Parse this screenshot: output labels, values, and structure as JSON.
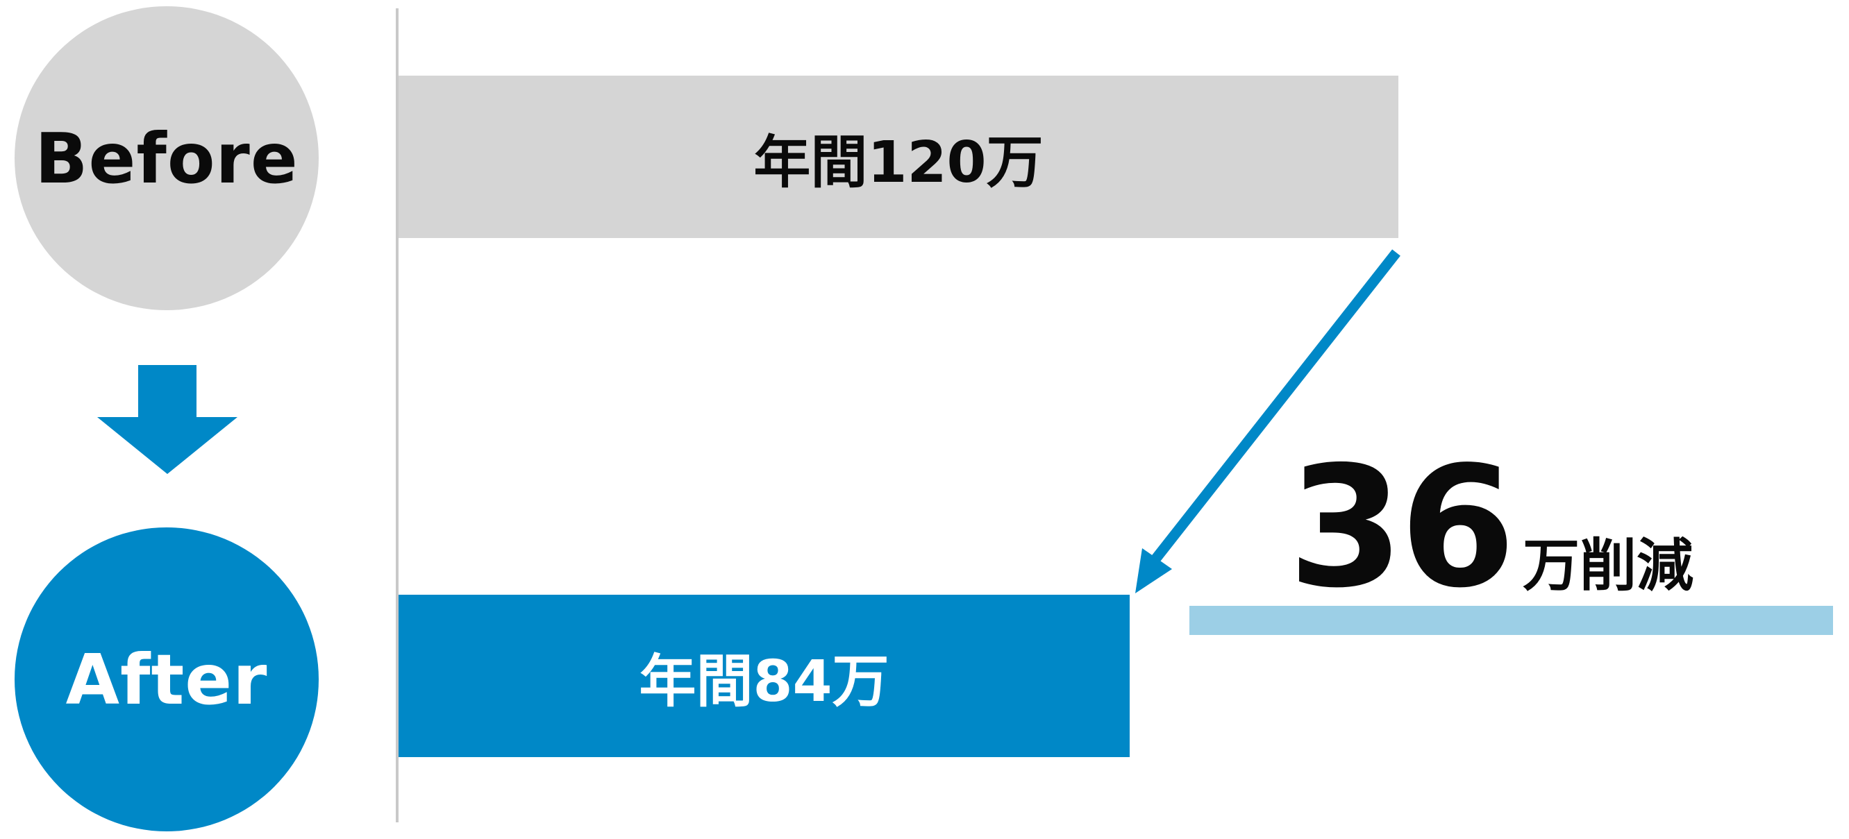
{
  "before": {
    "label": "Before",
    "amount": "年間120万"
  },
  "after": {
    "label": "After",
    "amount": "年間84万"
  },
  "reduction": {
    "number": "36",
    "label": "万削減"
  },
  "colors": {
    "gray": "#d5d5d5",
    "blue": "#0088c7",
    "light_blue": "#9ccfe6",
    "divider": "#c9c9c9",
    "text_dark": "#0a0a0a"
  },
  "icons": {
    "down_arrow": "down-arrow-icon",
    "diagonal_arrow": "diagonal-arrow-icon"
  }
}
